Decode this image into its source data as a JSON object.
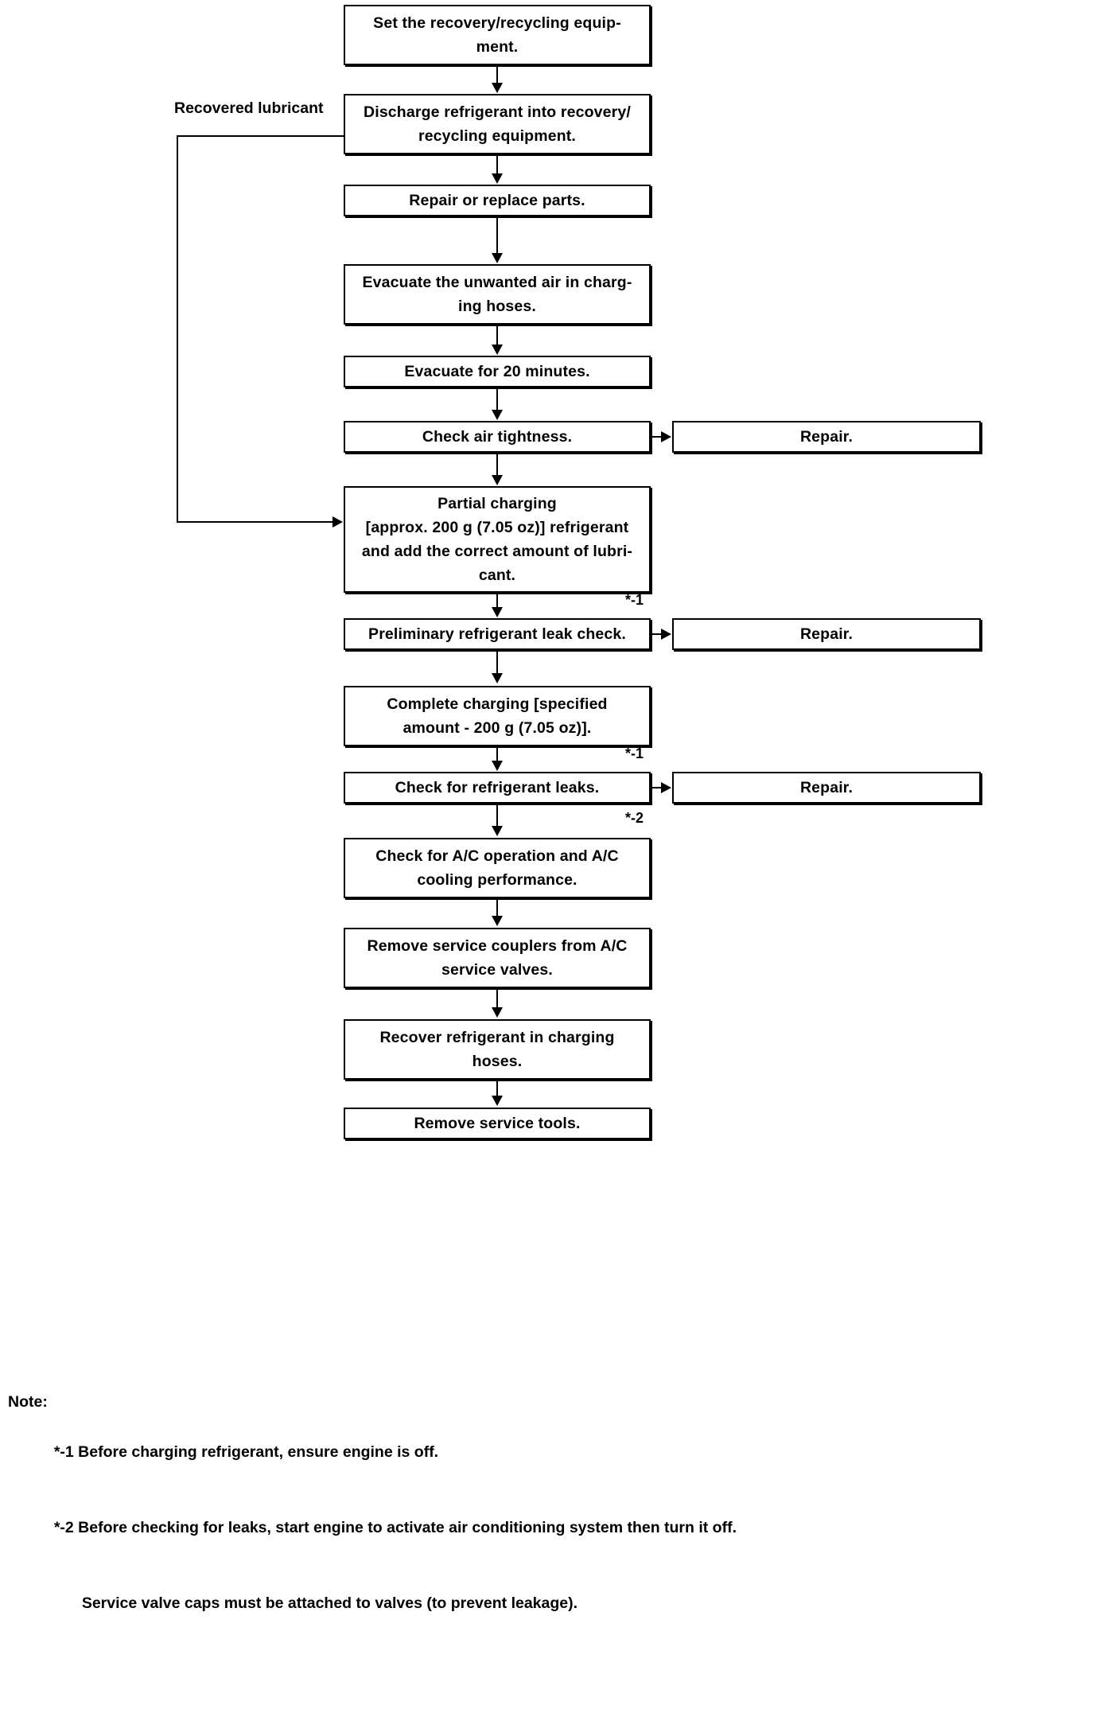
{
  "document": {
    "type": "service-manual-flowchart",
    "title": "A/C refrigerant recovery, evacuation and charging procedure"
  },
  "flow": {
    "steps": [
      {
        "id": "set-equipment",
        "text": "Set the recovery/recycling equip-\nment."
      },
      {
        "id": "discharge",
        "text": "Discharge refrigerant into recovery/\nrecycling equipment."
      },
      {
        "id": "repair-replace",
        "text": "Repair or replace parts."
      },
      {
        "id": "evacuate-air",
        "text": "Evacuate the unwanted air in charg-\ning hoses."
      },
      {
        "id": "evacuate-20min",
        "text": "Evacuate for 20 minutes."
      },
      {
        "id": "check-air-tightness",
        "text": "Check air tightness."
      },
      {
        "id": "partial-charging",
        "text": "Partial charging\n[approx. 200 g (7.05 oz)] refrigerant\nand add the correct amount of lubri-\ncant."
      },
      {
        "id": "prelim-leak-check",
        "text": "Preliminary refrigerant leak check."
      },
      {
        "id": "complete-charging",
        "text": "Complete charging [specified\namount - 200 g (7.05 oz)]."
      },
      {
        "id": "check-leaks",
        "text": "Check for refrigerant leaks."
      },
      {
        "id": "check-ac-operation",
        "text": "Check for A/C operation and A/C\ncooling performance."
      },
      {
        "id": "remove-couplers",
        "text": "Remove service couplers from A/C\nservice valves."
      },
      {
        "id": "recover-hoses",
        "text": "Recover refrigerant in charging\nhoses."
      },
      {
        "id": "remove-tools",
        "text": "Remove service tools."
      }
    ],
    "branches": [
      {
        "id": "repair-air-tightness",
        "text": "Repair."
      },
      {
        "id": "repair-prelim-leak",
        "text": "Repair."
      },
      {
        "id": "repair-leak",
        "text": "Repair."
      }
    ],
    "feedback_label": "Recovered lubricant",
    "footnote_marks": [
      {
        "id": "mark-partial-charging",
        "text": "*-1"
      },
      {
        "id": "mark-complete-charging",
        "text": "*-1"
      },
      {
        "id": "mark-check-leaks",
        "text": "*-2"
      }
    ]
  },
  "notes": {
    "prefix": "Note:",
    "lines": [
      "*-1 Before charging refrigerant, ensure engine is off.",
      "*-2 Before checking for leaks, start engine to activate air conditioning system then turn it off.",
      "Service valve caps must be attached to valves (to prevent leakage)."
    ]
  }
}
